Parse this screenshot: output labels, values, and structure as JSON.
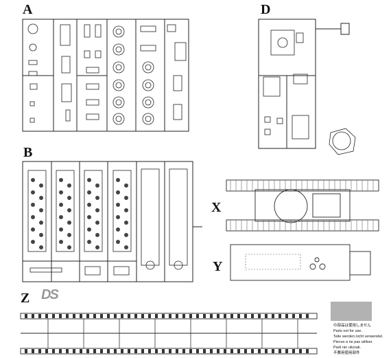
{
  "sprues": {
    "a": {
      "label": "A"
    },
    "b": {
      "label": "B"
    },
    "d": {
      "label": "D"
    },
    "x": {
      "label": "X"
    },
    "y": {
      "label": "Y"
    },
    "z": {
      "label": "Z"
    }
  },
  "logo": {
    "text": "DS"
  },
  "notice": {
    "japanese": "の部品は使用しません",
    "english": "Parts not for use.",
    "german": "Teile werden nicht verwendet.",
    "french": "Pieces a ne pas utiliser.",
    "italian": "Parti nin ulizzati.",
    "chinese": "不費用使用部件"
  }
}
